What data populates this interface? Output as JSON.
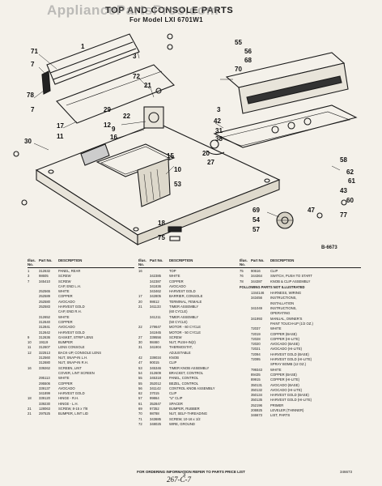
{
  "watermark": "AppliancePartsPros.com",
  "title": "TOP AND CONSOLE PARTS",
  "subtitle": "For Model LXI 6701W1",
  "figure_id": "B-6673",
  "callouts": [
    "71",
    "7",
    "78",
    "17",
    "11",
    "30",
    "9",
    "3",
    "72",
    "21",
    "22",
    "29",
    "12",
    "16",
    "15",
    "10",
    "53",
    "18",
    "75",
    "55",
    "56",
    "68",
    "70",
    "42",
    "31",
    "38",
    "3",
    "20",
    "27",
    "58",
    "62",
    "61",
    "43",
    "60",
    "69",
    "54",
    "57",
    "47",
    "77",
    "1"
  ],
  "columns": [
    {
      "headers": {
        "illus": "Illus. No.",
        "part": "Part No.",
        "desc": "DESCRIPTION"
      },
      "rows": [
        [
          "1",
          "312632",
          "PANEL, REAR"
        ],
        [
          "3",
          "98605",
          "SCREW"
        ],
        [
          "7",
          "345410",
          "SCREW"
        ],
        [
          "",
          "",
          "CAP, END L.H."
        ],
        [
          "",
          "252565",
          "WHITE"
        ],
        [
          "",
          "252589",
          "COPPER"
        ],
        [
          "",
          "252580",
          "AVOCADO"
        ],
        [
          "",
          "252583",
          "HARVEST GOLD"
        ],
        [
          "",
          "",
          "CAP, END R.H."
        ],
        [
          "",
          "312652",
          "WHITE"
        ],
        [
          "",
          "312640",
          "COPPER"
        ],
        [
          "",
          "312841",
          "AVOCADO"
        ],
        [
          "",
          "312642",
          "HARVEST GOLD"
        ],
        [
          "9",
          "312636",
          "GASKET, STRIP LENS"
        ],
        [
          "10",
          "19119",
          "BUMPER"
        ],
        [
          "11",
          "312607",
          "LENS CONSOLE"
        ],
        [
          "12",
          "322513",
          "BACK-UP, CONSOLE LENS"
        ],
        [
          "",
          "312560",
          "NUT, SNAP-IN L.H."
        ],
        [
          "",
          "312680",
          "NUT, SNAP-IN R.H."
        ],
        [
          "16",
          "339262",
          "SCREEN, LINT"
        ],
        [
          "",
          "",
          "COVER, LINT SCREEN"
        ],
        [
          "",
          "295113",
          "WHITE"
        ],
        [
          "",
          "295506",
          "COPPER"
        ],
        [
          "",
          "339137",
          "AVOCADO"
        ],
        [
          "",
          "341899",
          "HARVEST GOLD"
        ],
        [
          "18",
          "339120",
          "HINGE - R.H."
        ],
        [
          "",
          "339230",
          "HINGE - L.H."
        ],
        [
          "21",
          "128063",
          "SCREW, 8-15 x 7/8"
        ],
        [
          "21",
          "297525",
          "BUMPER, LINT LID"
        ]
      ]
    },
    {
      "headers": {
        "illus": "Illus. No.",
        "part": "Part No.",
        "desc": "DESCRIPTION"
      },
      "rows": [
        [
          "16",
          "",
          "TOP"
        ],
        [
          "",
          "342385",
          "WHITE"
        ],
        [
          "",
          "342387",
          "COPPER"
        ],
        [
          "",
          "341836",
          "AVOCADO"
        ],
        [
          "",
          "343462",
          "HARVEST GOLD"
        ],
        [
          "17",
          "342805",
          "BARRIER, CONSOLE"
        ],
        [
          "20",
          "98612",
          "TERMINAL, FEMALE"
        ],
        [
          "21",
          "341133",
          "TIMER ASSEMBLY"
        ],
        [
          "",
          "",
          "(60 CYCLE)"
        ],
        [
          "",
          "341211",
          "TIMER ASSEMBLY"
        ],
        [
          "",
          "",
          "(50 CYCLE)"
        ],
        [
          "22",
          "279647",
          "MOTOR - 60 CYCLE"
        ],
        [
          "",
          "341945",
          "MOTOR - 50 CYCLE"
        ],
        [
          "27",
          "339556",
          "SCREW"
        ],
        [
          "30",
          "98460",
          "NUT, PUSH-IN(2)"
        ],
        [
          "31",
          "341904",
          "THERMOSTAT,"
        ],
        [
          "",
          "",
          "ADJUSTABLE"
        ],
        [
          "42",
          "339034",
          "KNOB"
        ],
        [
          "47",
          "90015",
          "CLIP"
        ],
        [
          "53",
          "345346",
          "TIMER KNOB ASSEMBLY"
        ],
        [
          "54",
          "312609",
          "BRACKET, CONTROL"
        ],
        [
          "55",
          "345318",
          "PANEL, CONTROL"
        ],
        [
          "55",
          "352012",
          "BEZEL, CONTROL"
        ],
        [
          "56",
          "341142",
          "CONTROL KNOB ASSEMBLY"
        ],
        [
          "62",
          "37015",
          "CLIP"
        ],
        [
          "57",
          "99864",
          "\"U\" CLIP"
        ],
        [
          "61",
          "352847",
          "SPACER"
        ],
        [
          "69",
          "97352",
          "BUMPER, RUBBER"
        ],
        [
          "70",
          "98788",
          "NUT, SELF-THREADING"
        ],
        [
          "71",
          "343685",
          "SCREW, 10-16 x 1/2"
        ],
        [
          "72",
          "348025",
          "WIRE, GROUND"
        ]
      ]
    },
    {
      "headers": {
        "illus": "Illus. No.",
        "part": "Part No.",
        "desc": "DESCRIPTION"
      },
      "rows": [
        [
          "75",
          "90616",
          "CLIP"
        ],
        [
          "76",
          "344364",
          "SWITCH, PUSH TO START"
        ],
        [
          "78",
          "344387",
          "KNOB & CLIP ASSEMBLY"
        ]
      ],
      "note": "FOLLOWING PARTS NOT ILLUSTRATED",
      "rows2": [
        [
          "",
          "1344146",
          "HARNESS, WIRING"
        ],
        [
          "",
          "343456",
          "INSTRUCTIONS,"
        ],
        [
          "",
          "",
          "INSTALLATION"
        ],
        [
          "",
          "341049",
          "INSTRUCTIONS,"
        ],
        [
          "",
          "",
          "OPERATING"
        ],
        [
          "",
          "341993",
          "MANUAL, OWNER'S"
        ],
        [
          "",
          "",
          "PAINT TOUCH-UP (1/2 OZ.)"
        ],
        [
          "",
          "72037",
          "WHITE"
        ],
        [
          "",
          "72019",
          "COPPER (BASE)"
        ],
        [
          "",
          "72028",
          "COPPER (HI-LITE)"
        ],
        [
          "",
          "72020",
          "AVOCADO (BASE)"
        ],
        [
          "",
          "72021",
          "AVOCADO (HI-LITE)"
        ],
        [
          "",
          "72094",
          "HARVEST GOLD (BASE)"
        ],
        [
          "",
          "72095",
          "HARVEST GOLD (HI-LITE)"
        ],
        [
          "",
          "",
          "SPRAY BOMB (12 OZ.)"
        ],
        [
          "",
          "799343",
          "WHITE"
        ],
        [
          "",
          "89435",
          "COPPER (BASE)"
        ],
        [
          "",
          "89915",
          "COPPER (HI-LITE)"
        ],
        [
          "",
          "350131",
          "AVOCADO (BASE)"
        ],
        [
          "",
          "350132",
          "AVOCADO (HI-LITE)"
        ],
        [
          "",
          "350134",
          "HARVEST GOLD (BASE)"
        ],
        [
          "",
          "350135",
          "HARVEST GOLD (HI-LITE)"
        ],
        [
          "",
          "252196",
          "PRIMER"
        ],
        [
          "",
          "206925",
          "LEVELER (THINNER)"
        ],
        [
          "",
          "346673",
          "LIST, PARTS"
        ]
      ]
    }
  ],
  "footer": "FOR ORDERING INFORMATION REFER TO PARTS PRICE LIST",
  "page_number": "3",
  "page_code": "267-C-7",
  "doc_id": "346673"
}
